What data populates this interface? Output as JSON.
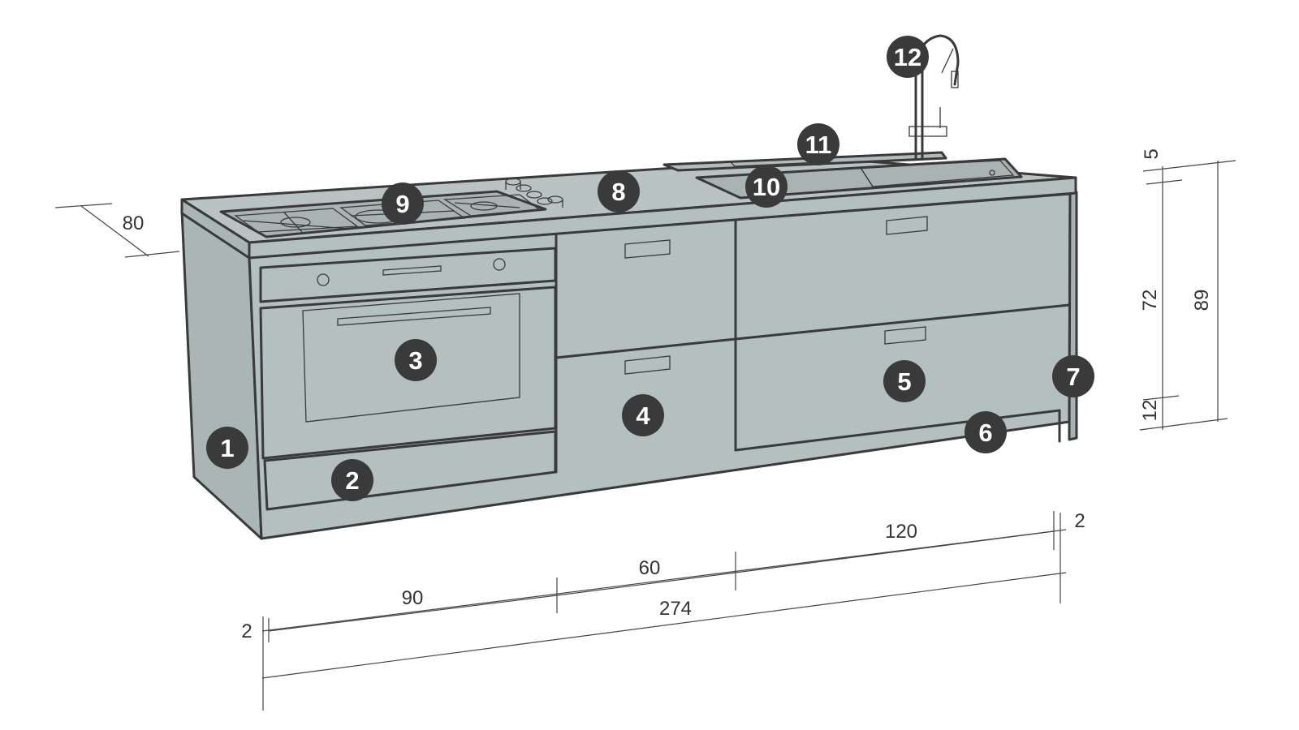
{
  "colors": {
    "cabinet": "#b4bfbf",
    "cabinet_side": "#aab5b5",
    "worktop": "#b9c3c3",
    "outline": "#3a3a3a",
    "badge": "#3a3a3a",
    "badge_text": "#ffffff",
    "dimension": "#444444"
  },
  "callouts": [
    {
      "id": "1",
      "label": "1"
    },
    {
      "id": "2",
      "label": "2"
    },
    {
      "id": "3",
      "label": "3"
    },
    {
      "id": "4",
      "label": "4"
    },
    {
      "id": "5",
      "label": "5"
    },
    {
      "id": "6",
      "label": "6"
    },
    {
      "id": "7",
      "label": "7"
    },
    {
      "id": "8",
      "label": "8"
    },
    {
      "id": "9",
      "label": "9"
    },
    {
      "id": "10",
      "label": "10"
    },
    {
      "id": "11",
      "label": "11"
    },
    {
      "id": "12",
      "label": "12"
    }
  ],
  "dimensions": {
    "depth": "80",
    "left_panel": "2",
    "oven_module": "90",
    "drawer_module": "60",
    "sink_module": "120",
    "right_panel": "2",
    "total_width": "274",
    "worktop_thickness": "5",
    "cabinet_height": "72",
    "plinth_height": "12",
    "total_height": "89"
  },
  "icons": [
    "gas-hob-icon",
    "tap-icon",
    "sink-icon",
    "oven-icon"
  ]
}
